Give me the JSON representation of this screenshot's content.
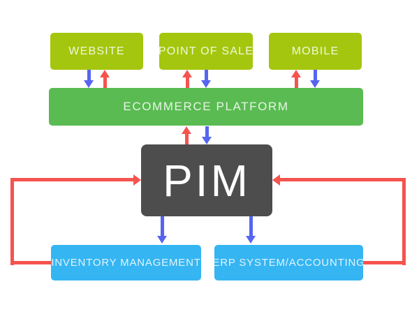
{
  "diagram": {
    "nodes": {
      "website": {
        "label": "WEBSITE"
      },
      "point_of_sale": {
        "label": "POINT OF SALE"
      },
      "mobile": {
        "label": "MOBILE"
      },
      "ecommerce_platform": {
        "label": "ECOMMERCE PLATFORM"
      },
      "pim": {
        "label": "PIM"
      },
      "inventory_management": {
        "label": "INVENTORY MANAGEMENT"
      },
      "erp_system": {
        "label": "ERP SYSTEM/ACCOUNTING"
      }
    },
    "colors": {
      "channel_box": "#a5c60e",
      "platform_box": "#5abb52",
      "pim_box": "#4d4d4d",
      "system_box": "#35b5f2",
      "up_arrow": "#f5544e",
      "down_arrow": "#5565f0",
      "label_text": "#ffffff",
      "background": "#ffffff"
    },
    "flows": [
      {
        "from": "website",
        "to": "ecommerce_platform",
        "style": "blue-down"
      },
      {
        "from": "ecommerce_platform",
        "to": "website",
        "style": "red-up"
      },
      {
        "from": "point_of_sale",
        "to": "ecommerce_platform",
        "style": "blue-down"
      },
      {
        "from": "ecommerce_platform",
        "to": "point_of_sale",
        "style": "red-up"
      },
      {
        "from": "mobile",
        "to": "ecommerce_platform",
        "style": "blue-down"
      },
      {
        "from": "ecommerce_platform",
        "to": "mobile",
        "style": "red-up"
      },
      {
        "from": "ecommerce_platform",
        "to": "pim",
        "style": "blue-down"
      },
      {
        "from": "pim",
        "to": "ecommerce_platform",
        "style": "red-up"
      },
      {
        "from": "pim",
        "to": "inventory_management",
        "style": "blue-down"
      },
      {
        "from": "pim",
        "to": "erp_system",
        "style": "blue-down"
      },
      {
        "from": "inventory_management",
        "to": "pim",
        "style": "red-loop-left"
      },
      {
        "from": "erp_system",
        "to": "pim",
        "style": "red-loop-right"
      }
    ]
  }
}
